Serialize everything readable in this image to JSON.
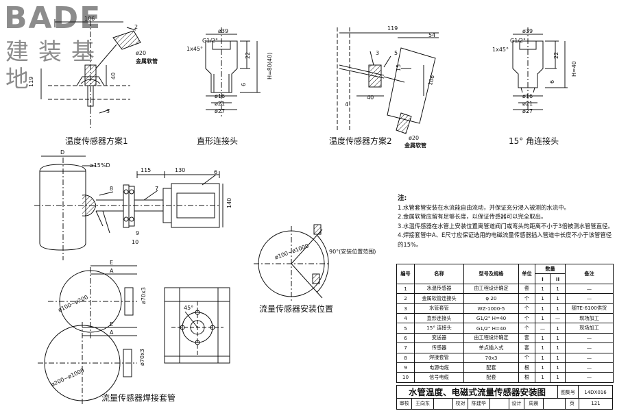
{
  "logo": {
    "main": "BADE",
    "sub": "建装基地"
  },
  "captions": {
    "scheme1": "温度传感器方案1",
    "straight": "直形连接头",
    "scheme2": "温度传感器方案2",
    "angle15": "15° 角连接头",
    "weld": "流量传感器焊接套管",
    "position": "流量传感器安装位置"
  },
  "dims": {
    "d106": "106",
    "d119": "119",
    "d40": "40",
    "d2": "2",
    "d3": "3",
    "d20": "ø20",
    "hose": "金属软管",
    "d39": "ø39",
    "g12": "G1/2\"",
    "chamfer": "1x45°",
    "d22": "22",
    "h80": "H=80(40)",
    "d6": "6",
    "d16": "ø16",
    "d21": "ø21",
    "d27": "ø27",
    "d54": "54",
    "d5": "5",
    "d15": "15",
    "h40": "H=40",
    "d4": "4",
    "dD": "D",
    "d15d": "≥15%D",
    "d115": "115",
    "d130": "130",
    "d140": "140",
    "n6": "6",
    "n7": "7",
    "n8": "8",
    "n9": "9",
    "n10": "10",
    "angle90": "90°(安装位置范围)",
    "pipe100_1000": "ø100~ø1000",
    "dE": "E",
    "dA": "A",
    "pipe100_200": "ø100~ø200",
    "d70x3": "ø70x3",
    "d45": "45°",
    "pipe200_1000": "ø200~ø1000"
  },
  "notes": {
    "title": "注:",
    "items": [
      "1.水管套管安装在水流能自由流动，并保证充分浸入被测的水流中。",
      "2.金属软管应留有足够长度，以保证传感器可以完全取出。",
      "3.水温传感器在水管上安装位置离管道阀门或弯头的距离不小于3倍被测水管管直径。",
      "4.焊接套管中A、E尺寸应保证选用的电磁流量传感器插入管道中长度不小于该管管径",
      "  的15%。"
    ]
  },
  "bom": {
    "headers": {
      "no": "编号",
      "name": "名称",
      "spec": "型号及规格",
      "unit": "单位",
      "qty": "数量",
      "q1": "I",
      "q2": "II",
      "remark": "备注"
    },
    "rows": [
      [
        "1",
        "水温传感器",
        "由工程设计确定",
        "套",
        "1",
        "1",
        "—"
      ],
      [
        "2",
        "金属软管连接头",
        "φ 20",
        "个",
        "1",
        "1",
        "—"
      ],
      [
        "3",
        "水管套管",
        "WZ-1000-5",
        "个",
        "1",
        "1",
        "随TE-6100供货"
      ],
      [
        "4",
        "直形连接头",
        "G1/2\"   H=40",
        "个",
        "1",
        "—",
        "现场加工"
      ],
      [
        "5",
        "15° 连接头",
        "G1/2\"   H=40",
        "个",
        "—",
        "1",
        "现场加工"
      ],
      [
        "6",
        "变送器",
        "由工程设计确定",
        "套",
        "1",
        "1",
        "—"
      ],
      [
        "7",
        "传感器",
        "单点插入式",
        "套",
        "1",
        "1",
        "—"
      ],
      [
        "8",
        "焊接套管",
        "70x3",
        "个",
        "1",
        "1",
        "—"
      ],
      [
        "9",
        "电源电缆",
        "配套",
        "根",
        "1",
        "1",
        "—"
      ],
      [
        "10",
        "信号电缆",
        "配套",
        "根",
        "1",
        "1",
        "—"
      ]
    ]
  },
  "titleblock": {
    "title": "水管温度、电磁式流量传感器安装图",
    "atlas_label": "图集号",
    "atlas_no": "14DX016",
    "row": [
      "审核",
      "王向东",
      "",
      "校对",
      "陈建华",
      "",
      "设计",
      "周晨",
      "",
      "页",
      "121"
    ]
  }
}
